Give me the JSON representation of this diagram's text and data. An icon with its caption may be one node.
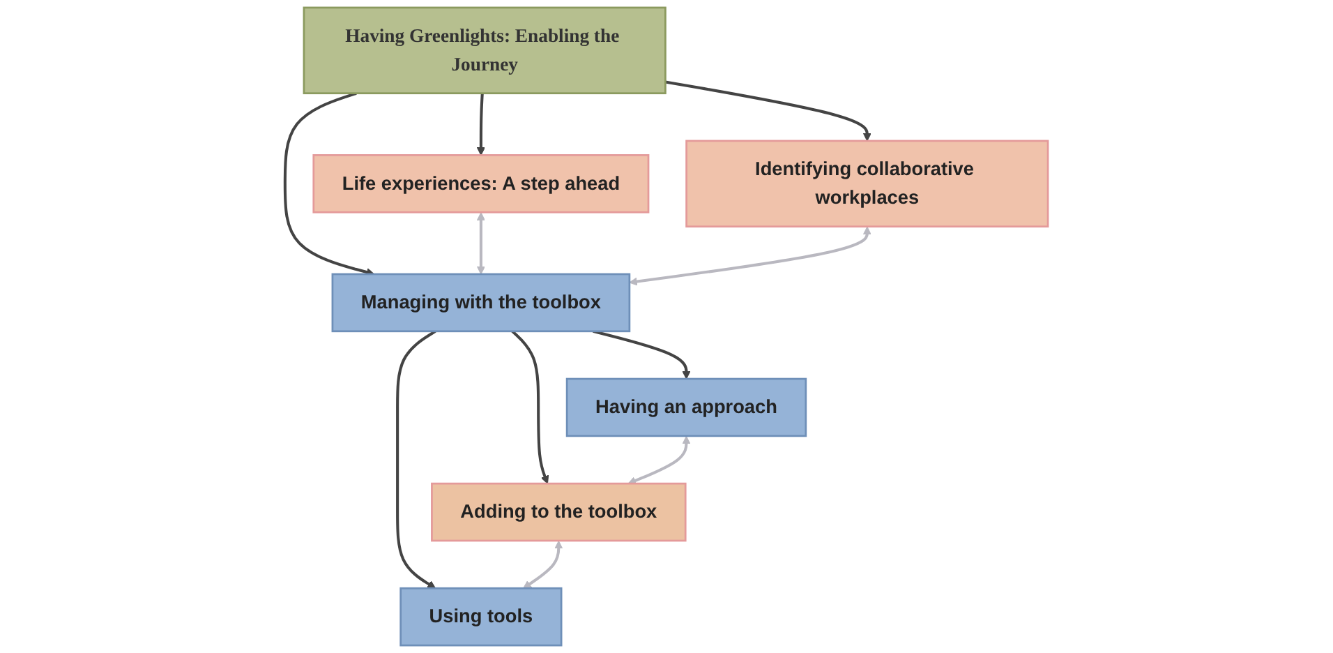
{
  "diagram": {
    "nodes": [
      {
        "text": [
          "Having Greenlights: Enabling the Journey"
        ]
      },
      {
        "text": [
          "Life experiences: A step ahead"
        ]
      },
      {
        "text": [
          "Identifying collaborative workplaces"
        ]
      },
      {
        "text": [
          "Managing with the toolbox"
        ]
      },
      {
        "text": [
          "Having an approach"
        ]
      },
      {
        "text": [
          "Adding to the toolbox"
        ]
      },
      {
        "text": [
          "Using tools"
        ]
      }
    ],
    "edges": [
      {
        "from": 0,
        "to": 1,
        "arrow": "to"
      },
      {
        "from": 0,
        "to": 3,
        "arrow": "to"
      },
      {
        "from": 0,
        "to": 2,
        "arrow": "to"
      },
      {
        "from": 1,
        "to": 3,
        "arrow": "both",
        "color": "#b9b8c0"
      },
      {
        "from": 2,
        "to": 3,
        "arrow": "both",
        "color": "#b9b8c0"
      },
      {
        "from": 3,
        "to": 4,
        "arrow": "to"
      },
      {
        "from": 3,
        "to": 5,
        "arrow": "to"
      },
      {
        "from": 3,
        "to": 6,
        "arrow": "to"
      },
      {
        "from": 4,
        "to": 5,
        "arrow": "both",
        "color": "#b9b8c0"
      },
      {
        "from": 5,
        "to": 6,
        "arrow": "both",
        "color": "#b9b8c0"
      }
    ]
  }
}
